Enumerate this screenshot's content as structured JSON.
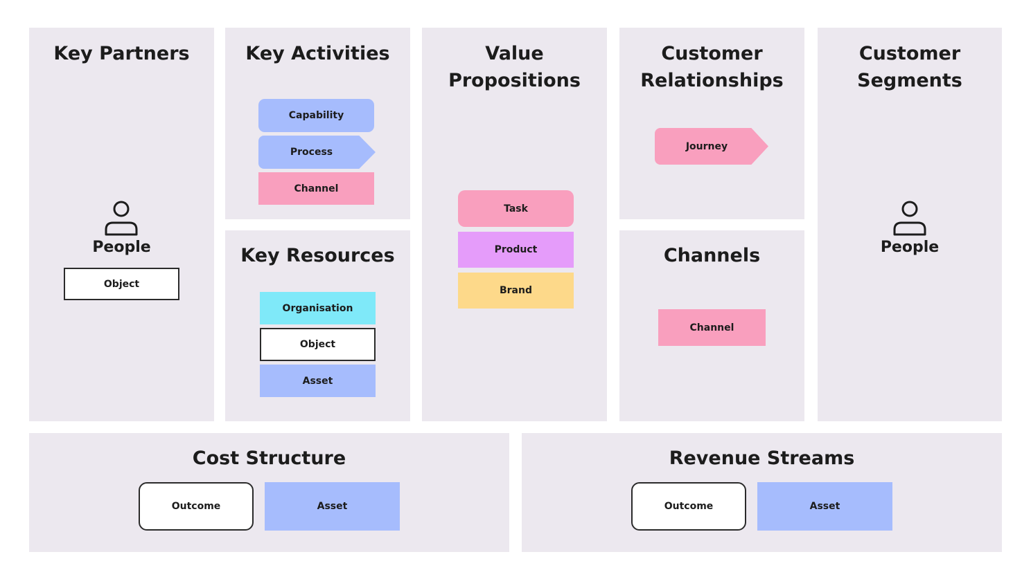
{
  "key_partners": {
    "title": "Key Partners",
    "person_label": "People",
    "object_label": "Object"
  },
  "key_activities": {
    "title": "Key Activities",
    "capability": "Capability",
    "process": "Process",
    "channel": "Channel"
  },
  "key_resources": {
    "title": "Key Resources",
    "organisation": "Organisation",
    "object": "Object",
    "asset": "Asset"
  },
  "value_propositions": {
    "title_line1": "Value",
    "title_line2": "Propositions",
    "task": "Task",
    "product": "Product",
    "brand": "Brand"
  },
  "customer_relationships": {
    "title_line1": "Customer",
    "title_line2": "Relationships",
    "journey": "Journey"
  },
  "channels": {
    "title": "Channels",
    "channel": "Channel"
  },
  "customer_segments": {
    "title_line1": "Customer",
    "title_line2": "Segments",
    "person_label": "People"
  },
  "cost_structure": {
    "title": "Cost Structure",
    "outcome": "Outcome",
    "asset": "Asset"
  },
  "revenue_streams": {
    "title": "Revenue Streams",
    "outcome": "Outcome",
    "asset": "Asset"
  },
  "colors": {
    "panel": "#ece8ef",
    "blue": "#a6bcfd",
    "pink": "#f99fbe",
    "purple": "#e59cfa",
    "yellow": "#fdd98a",
    "cyan": "#7fe9f9"
  },
  "icons": {
    "person": "person-icon"
  }
}
